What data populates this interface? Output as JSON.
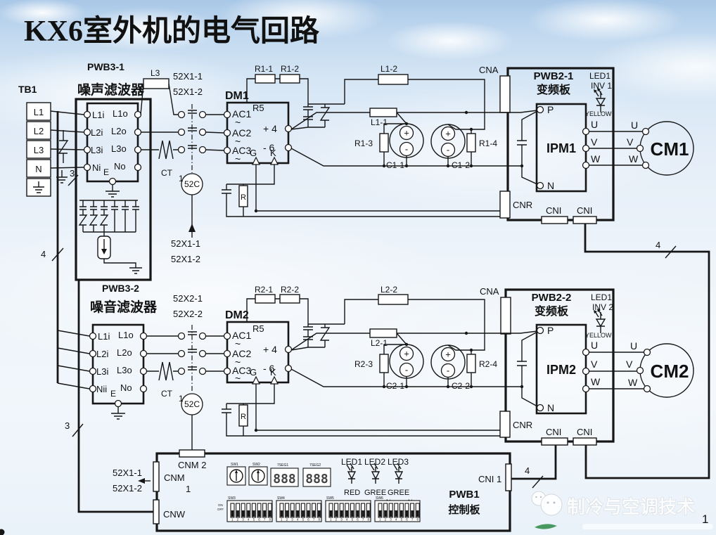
{
  "title": "KX6室外机的电气回路",
  "page_number": "1",
  "watermark": "制冷与空调技术",
  "counts": {
    "three": "3",
    "four": "4"
  },
  "tb1": {
    "label": "TB1",
    "l1": "L1",
    "l2": "L2",
    "l3": "L3",
    "n": "N"
  },
  "filter1": {
    "board": "PWB3-1",
    "name": "噪声滤波器",
    "l1i": "L1i",
    "l1o": "L1o",
    "l2i": "L2i",
    "l2o": "L2o",
    "l3i": "L3i",
    "l3o": "L3o",
    "ni": "Ni",
    "e": "E",
    "no": "No"
  },
  "filter2": {
    "board": "PWB3-2",
    "name": "噪音滤波器",
    "l1i": "L1i",
    "l1o": "L1o",
    "l2i": "L2i",
    "l2o": "L2o",
    "l3i": "L3i",
    "l3o": "L3o",
    "ni": "Nii",
    "e": "E",
    "no": "No"
  },
  "choke_l3": "L3",
  "ct": "CT",
  "relay1": {
    "c1": "52X1-1",
    "c2": "52X1-2",
    "coil": "52C",
    "pin": "1"
  },
  "relay2": {
    "c1": "52X2-1",
    "c2": "52X2-2",
    "coil": "52C",
    "pin": "1"
  },
  "dm": {
    "ac1": "AC1",
    "ac2": "AC2",
    "ac3": "AC3",
    "r5": "R5",
    "plus": "+ 4",
    "minus": "- 6",
    "g": "G",
    "k": "K",
    "tilde": "~",
    "snubber_r": "R"
  },
  "dm1_label": "DM1",
  "dm2_label": "DM2",
  "pm": {
    "plus": "+",
    "minus": "-"
  },
  "row1": {
    "r1": "R1-1",
    "r2": "R1-2",
    "r3": "R1-3",
    "r4": "R1-4",
    "la": "L1-1",
    "lb": "L1-2",
    "c1": "C1-1",
    "c2": "C1-2"
  },
  "row2": {
    "r1": "R2-1",
    "r2": "R2-2",
    "r3": "R2-3",
    "r4": "R2-4",
    "la": "L2-1",
    "lb": "L2-2",
    "c1": "C2-1",
    "c2": "C2-2"
  },
  "inv1": {
    "board": "PWB2-1",
    "name": "变频板",
    "ipm": "IPM1",
    "led": "LED1",
    "inv": "INV 1",
    "color": "YELLOW",
    "p": "P",
    "n": "N",
    "u": "U",
    "v": "V",
    "w": "W",
    "motor": "CM1",
    "cna": "CNA",
    "cnr": "CNR",
    "cni": "CNI"
  },
  "inv2": {
    "board": "PWB2-2",
    "name": "变频板",
    "ipm": "IPM2",
    "led": "LED1",
    "inv": "INV 2",
    "color": "YELLOW",
    "p": "P",
    "n": "N",
    "u": "U",
    "v": "V",
    "w": "W",
    "motor": "CM2",
    "cna": "CNA",
    "cnr": "CNR",
    "cni": "CNI"
  },
  "pwb1": {
    "board": "PWB1",
    "name": "控制板",
    "cnm2": "CNM 2",
    "cnm": "CNM",
    "cnm_pin": "1",
    "cnw": "CNW",
    "cni1": "CNI 1",
    "x1": "52X1-1",
    "x2": "52X1-2",
    "led1": "LED1",
    "led2": "LED2",
    "led3": "LED3",
    "red": "RED",
    "green1": "GREE",
    "green2": "GREE",
    "n1": "N",
    "n2": "N",
    "sw1": "SW1",
    "sw2": "SW2",
    "seg1": "7SEG1",
    "seg2": "7SEG2",
    "seg_digits": "888",
    "dip": [
      "SW3",
      "SW4",
      "SW5",
      "SW6"
    ],
    "digits": "1 2 3 4 5 6 7 8",
    "on": "ON",
    "off": "OFF"
  }
}
